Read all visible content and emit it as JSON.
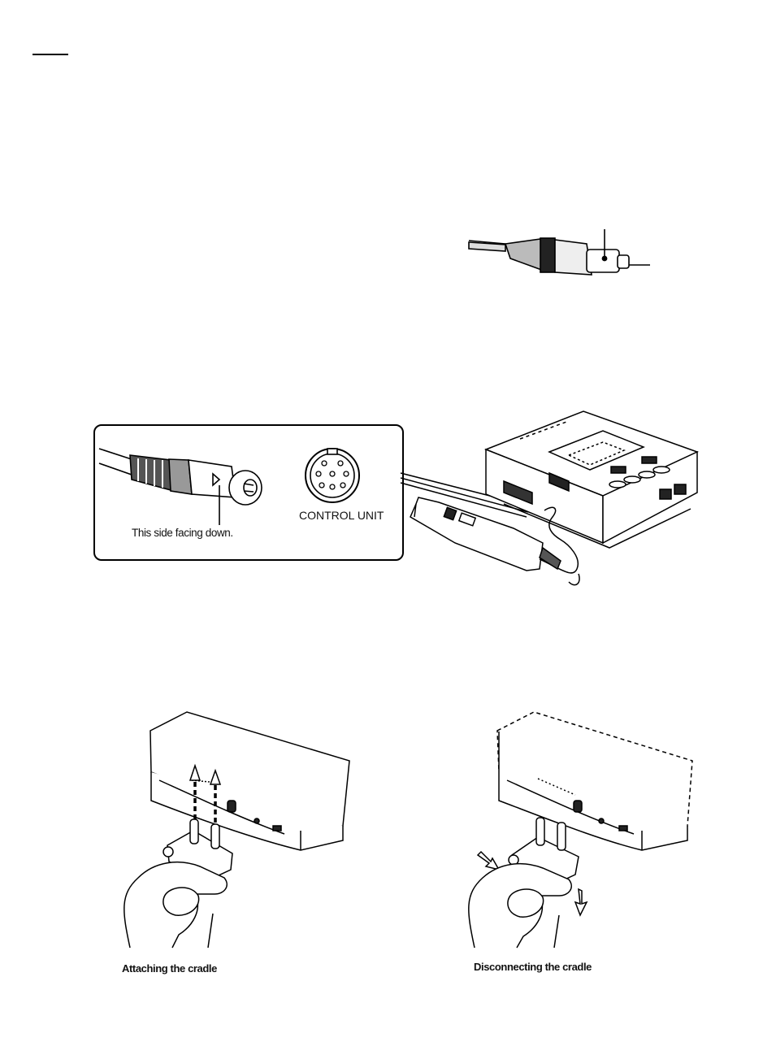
{
  "figures": {
    "connector_detail": {
      "orientation_note": "This side facing down.",
      "port_label": "CONTROL UNIT"
    },
    "cradle": {
      "attach_caption": "Attaching the cradle",
      "detach_caption": "Disconnecting the cradle"
    }
  }
}
